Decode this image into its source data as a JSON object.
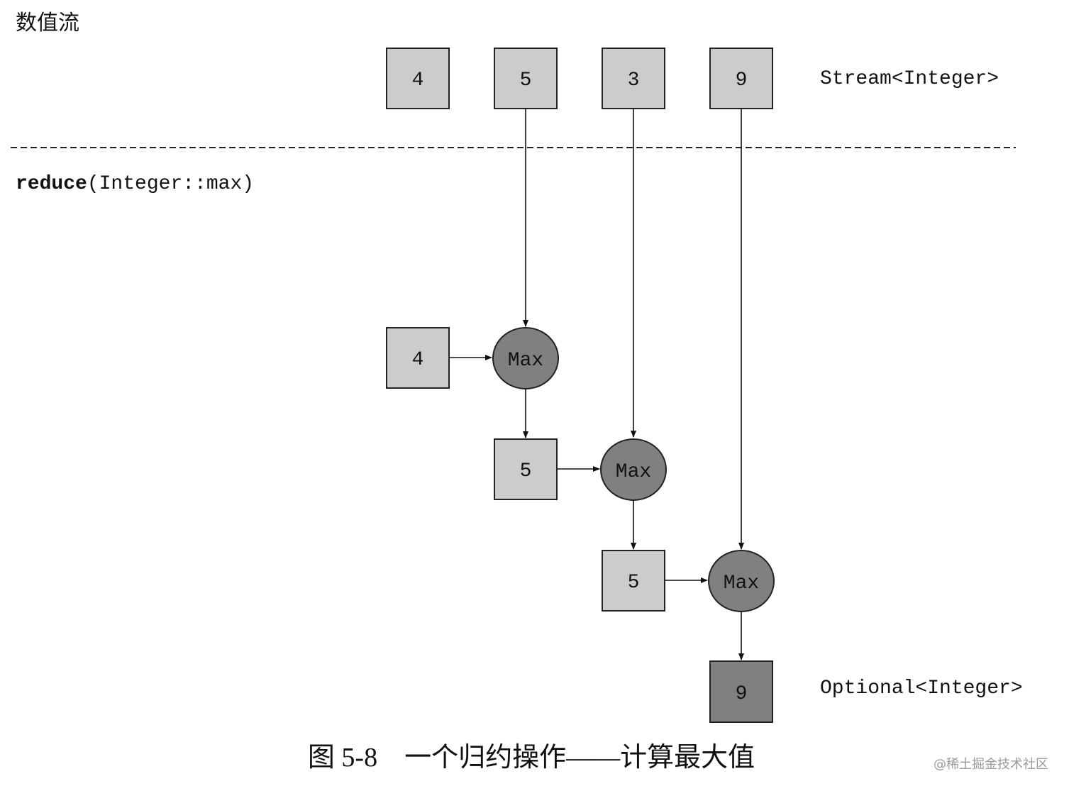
{
  "heading": "数值流",
  "stream_label": "Stream<Integer>",
  "operation": {
    "name": "reduce",
    "args": "(Integer::max)"
  },
  "stream_values": [
    "4",
    "5",
    "3",
    "9"
  ],
  "initial_accumulator": "4",
  "max_label": "Max",
  "intermediate_results": [
    "5",
    "5"
  ],
  "result_value": "9",
  "result_label": "Optional<Integer>",
  "caption": "图 5-8　一个归约操作——计算最大值",
  "watermark": "@稀土掘金技术社区",
  "colors": {
    "input_box": "#cccccc",
    "max_node": "#808080",
    "result_box": "#808080",
    "stroke": "#222222"
  }
}
